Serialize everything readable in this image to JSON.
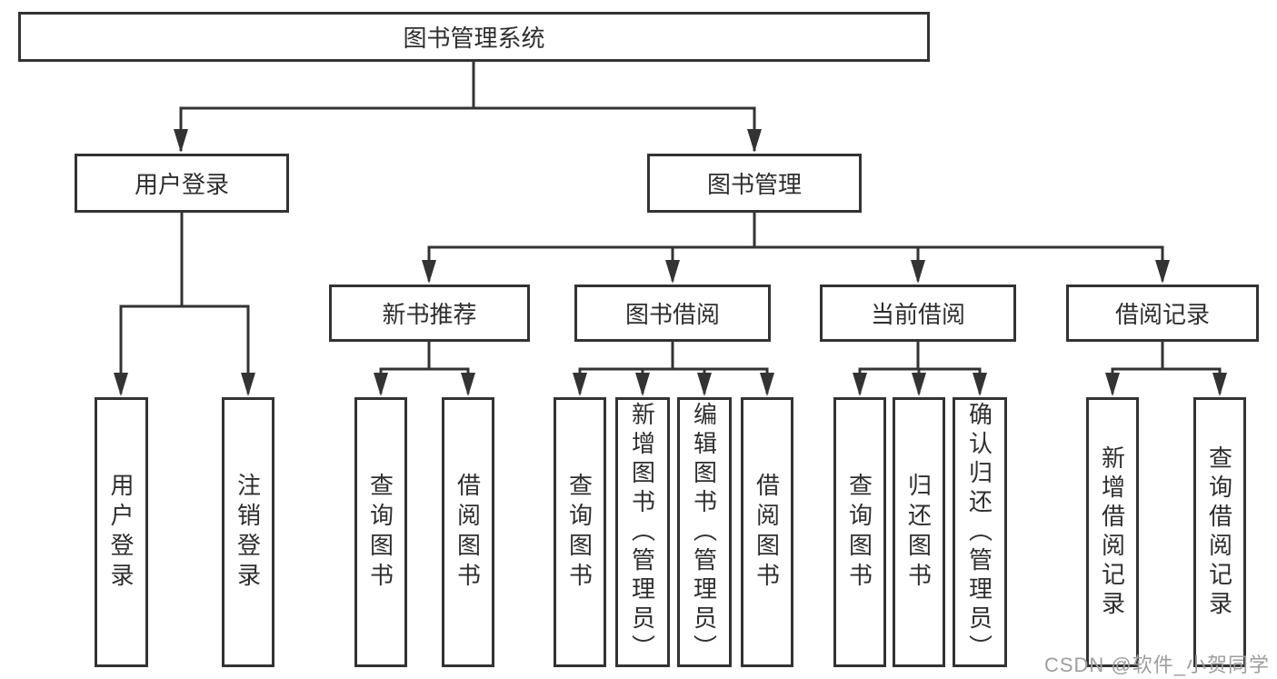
{
  "diagram": {
    "title_node": {
      "label": "图书管理系统"
    },
    "level2": [
      {
        "label": "用户登录"
      },
      {
        "label": "图书管理"
      }
    ],
    "level3": [
      {
        "label": "新书推荐"
      },
      {
        "label": "图书借阅"
      },
      {
        "label": "当前借阅"
      },
      {
        "label": "借阅记录"
      }
    ],
    "leaves": [
      {
        "label": "用户登录"
      },
      {
        "label": "注销登录"
      },
      {
        "label": "查询图书"
      },
      {
        "label": "借阅图书"
      },
      {
        "label": "查询图书"
      },
      {
        "label": "新增图书（管理员）"
      },
      {
        "label": "编辑图书（管理员）"
      },
      {
        "label": "借阅图书"
      },
      {
        "label": "查询图书"
      },
      {
        "label": "归还图书"
      },
      {
        "label": "确认归还（管理员）"
      },
      {
        "label": "新增借阅记录"
      },
      {
        "label": "查询借阅记录"
      }
    ],
    "line_color": "#333333"
  },
  "watermark": {
    "text": "CSDN @软件_小贺同学"
  }
}
